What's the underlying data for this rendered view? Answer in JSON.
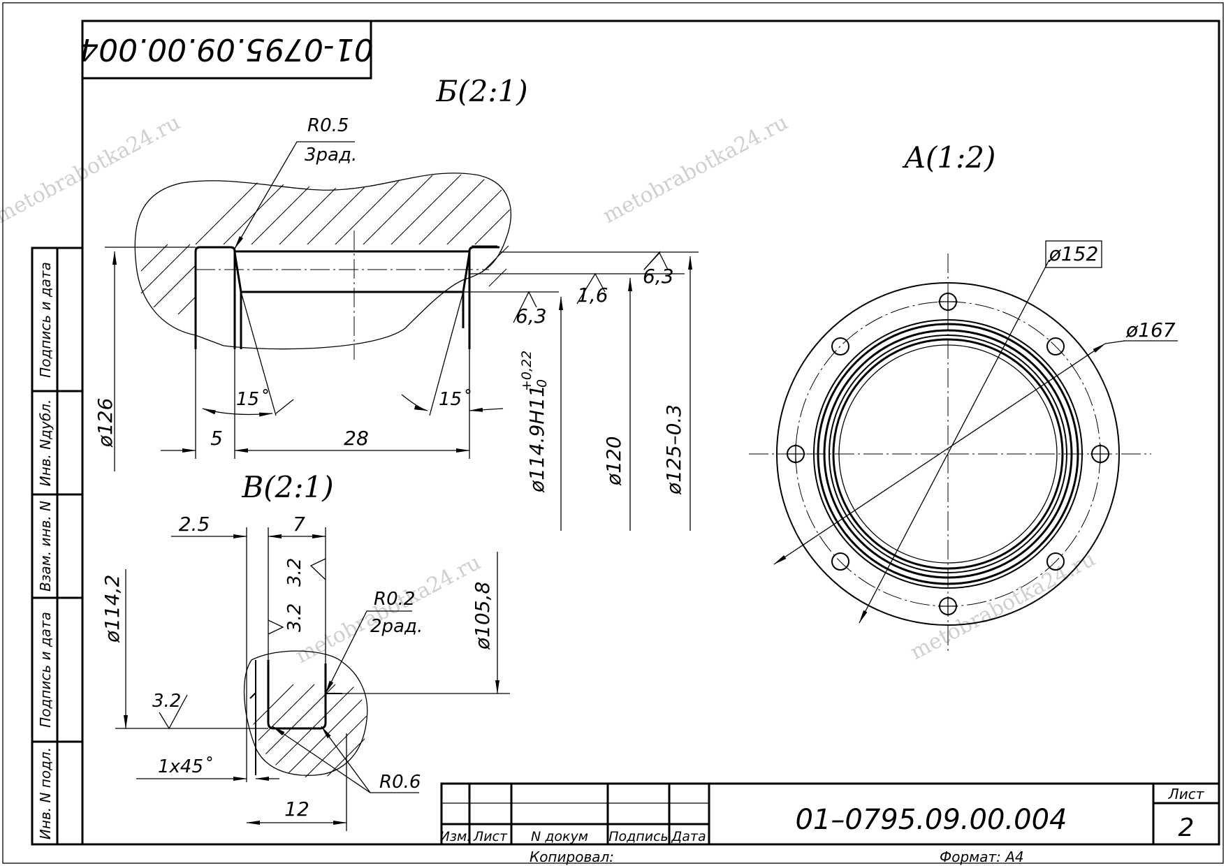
{
  "doc_number_top": "01-0795.09.00.004",
  "doc_number": "01–0795.09.00.004",
  "views": {
    "b_title": "Б(2:1)",
    "a_title": "A(1:2)",
    "v_title": "B(2:1)"
  },
  "dims_b": {
    "r05": "R0.5",
    "r05_note": "3рад.",
    "d126": "ø126",
    "d5": "5",
    "d28": "28",
    "a15_left": "15˚",
    "a15_right": "15˚",
    "rough_16": "1,6",
    "rough_63a": "6,3",
    "rough_63b": "6,3",
    "d114": "ø114.9H11",
    "d114_tol_up": "+0,22",
    "d114_tol_low": "0",
    "d120": "ø120",
    "d125": "ø125–0.3"
  },
  "dims_a": {
    "d152": "ø152",
    "d167": "ø167"
  },
  "dims_v": {
    "d25": "2.5",
    "d7": "7",
    "rough_32a": "3.2",
    "rough_32b": "3.2",
    "rough_32c": "3.2",
    "r02": "R0.2",
    "r02_note": "2рад.",
    "d1142": "ø114,2",
    "d1058": "ø105,8",
    "chamfer": "1x45˚",
    "r06": "R0.6",
    "d12": "12"
  },
  "side_strip": [
    "Подпись и дата",
    "Инв. Nдубл.",
    "Взам. инв. N",
    "Подпись и дата",
    "Инв. N подл."
  ],
  "title_block": {
    "col_izm": "Изм.",
    "col_list": "Лист",
    "col_ndoc": "N докум",
    "col_podpis": "Подпись",
    "col_data": "Дата",
    "sheet_label": "Лист",
    "sheet_number": "2",
    "copied": "Копировал:",
    "format": "Формат: А4"
  },
  "watermark": "metobrabotka24.ru"
}
